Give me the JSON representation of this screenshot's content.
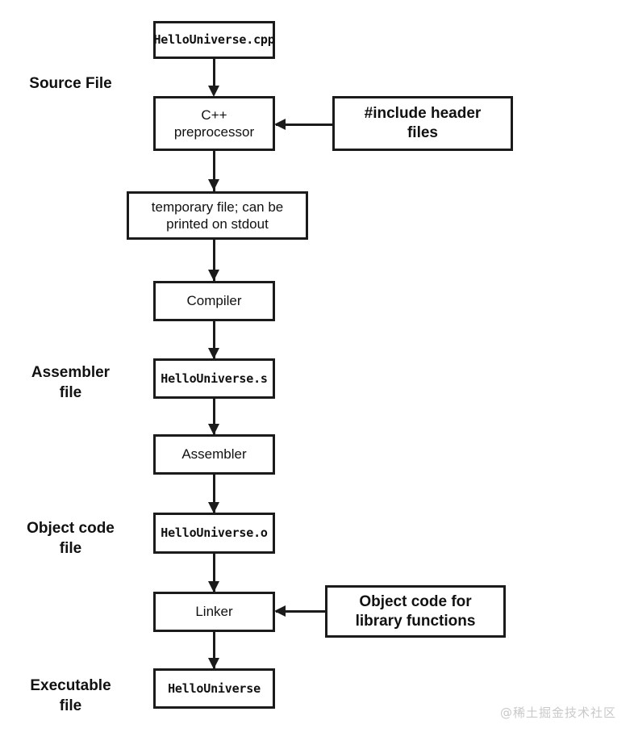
{
  "diagram": {
    "title": "C++ compilation pipeline",
    "stage_labels": [
      {
        "id": "source-file",
        "text": "Source File"
      },
      {
        "id": "assembler-file",
        "text": "Assembler\nfile"
      },
      {
        "id": "object-code-file",
        "text": "Object code\nfile"
      },
      {
        "id": "executable-file",
        "text": "Executable\nfile"
      }
    ],
    "nodes": [
      {
        "id": "hellouniverse-cpp",
        "text": "HelloUniverse.cpp",
        "style": "mono"
      },
      {
        "id": "cpp-preprocessor",
        "text": "C++\npreprocessor",
        "style": "sans"
      },
      {
        "id": "include-header-files",
        "text": "#include header\nfiles",
        "style": "sans-bold"
      },
      {
        "id": "temporary-file",
        "text": "temporary file; can be\nprinted on stdout",
        "style": "sans"
      },
      {
        "id": "compiler",
        "text": "Compiler",
        "style": "sans"
      },
      {
        "id": "hellouniverse-s",
        "text": "HelloUniverse.s",
        "style": "mono"
      },
      {
        "id": "assembler",
        "text": "Assembler",
        "style": "sans"
      },
      {
        "id": "hellouniverse-o",
        "text": "HelloUniverse.o",
        "style": "mono"
      },
      {
        "id": "linker",
        "text": "Linker",
        "style": "sans"
      },
      {
        "id": "object-code-library",
        "text": "Object code for\nlibrary functions",
        "style": "sans-bold"
      },
      {
        "id": "hellouniverse-exe",
        "text": "HelloUniverse",
        "style": "mono"
      }
    ],
    "edges": [
      {
        "from": "hellouniverse-cpp",
        "to": "cpp-preprocessor",
        "direction": "down"
      },
      {
        "from": "include-header-files",
        "to": "cpp-preprocessor",
        "direction": "left"
      },
      {
        "from": "cpp-preprocessor",
        "to": "temporary-file",
        "direction": "down"
      },
      {
        "from": "temporary-file",
        "to": "compiler",
        "direction": "down"
      },
      {
        "from": "compiler",
        "to": "hellouniverse-s",
        "direction": "down"
      },
      {
        "from": "hellouniverse-s",
        "to": "assembler",
        "direction": "down"
      },
      {
        "from": "assembler",
        "to": "hellouniverse-o",
        "direction": "down"
      },
      {
        "from": "hellouniverse-o",
        "to": "linker",
        "direction": "down"
      },
      {
        "from": "object-code-library",
        "to": "linker",
        "direction": "left"
      },
      {
        "from": "linker",
        "to": "hellouniverse-exe",
        "direction": "down"
      }
    ],
    "colors": {
      "stroke": "#1b1b1b",
      "text": "#111111",
      "background": "#ffffff",
      "watermark": "#c9c9c9"
    },
    "watermark": "@稀土掘金技术社区"
  }
}
